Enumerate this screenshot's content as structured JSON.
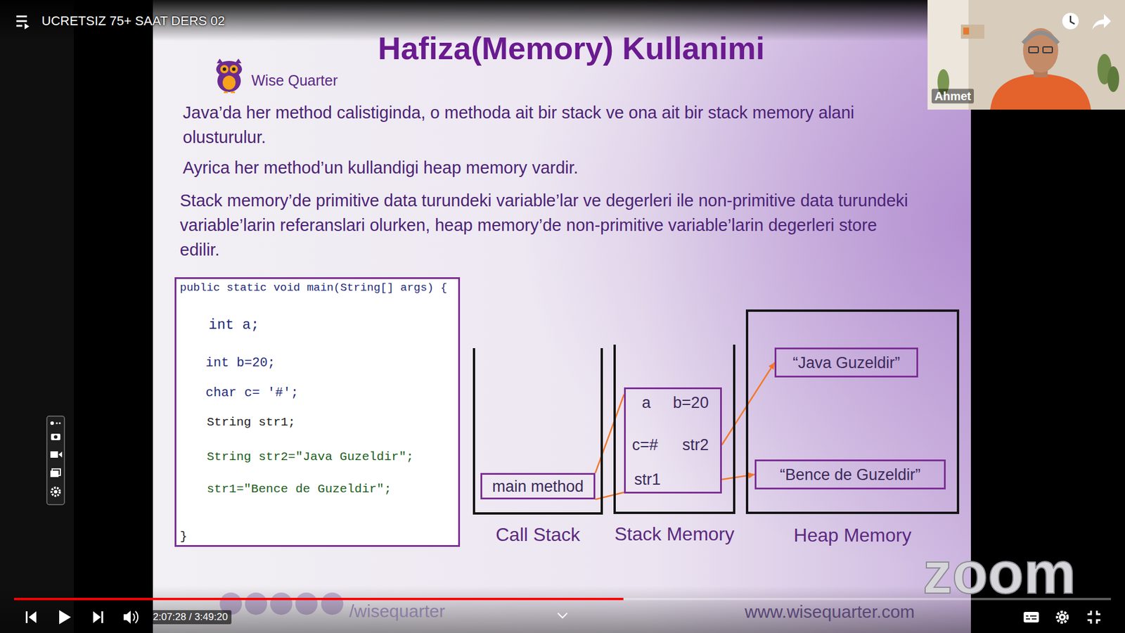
{
  "diagram": {
    "title": "Hafiza(Memory) Kullanimi",
    "nodes": [
      {
        "text": [
          "public static void main(String[] args) {",
          "int a;",
          "int b=20;",
          "char c= '#';",
          "String str1;",
          "String str2=\"Java Guzeldir\";",
          "str1=\"Bence de Guzeldir\";",
          "}"
        ]
      },
      {
        "text": [
          "Call Stack"
        ]
      },
      {
        "text": [
          "main method"
        ],
        "in": 1
      },
      {
        "text": [
          "Stack Memory"
        ]
      },
      {
        "text": [
          "a",
          "b=20",
          "c=#",
          "str2",
          "str1"
        ],
        "in": 3
      },
      {
        "text": [
          "Heap Memory"
        ]
      },
      {
        "text": [
          "“Java Guzeldir”"
        ],
        "in": 5
      },
      {
        "text": [
          "“Bence de Guzeldir”"
        ],
        "in": 5
      }
    ],
    "edges": [
      {
        "from": 2,
        "to": 4,
        "arrow": "none"
      },
      {
        "from": 2,
        "to": 4,
        "arrow": "none"
      },
      {
        "from": 4,
        "to": 6,
        "arrow": "to"
      },
      {
        "from": 4,
        "to": 7,
        "arrow": "to"
      }
    ],
    "labels": [
      "UCRETSIZ 75+ SAAT DERS 02",
      "Wise Quarter",
      "Java’da her method calistiginda, o methoda ait bir stack ve ona ait bir stack memory alani olusturulur.",
      "Ayrica her method’un kullandigi heap memory vardir.",
      "Stack memory’de primitive data turundeki variable’lar ve degerleri ile non-primitive data turundeki variable’larin referanslari olurken, heap memory’de non-primitive variable’larin degerleri store edilir.",
      "Ahmet",
      "zoom",
      "/wisequarter",
      "www.wisequarter.com",
      "2:07:28 / 3:49:20"
    ]
  }
}
